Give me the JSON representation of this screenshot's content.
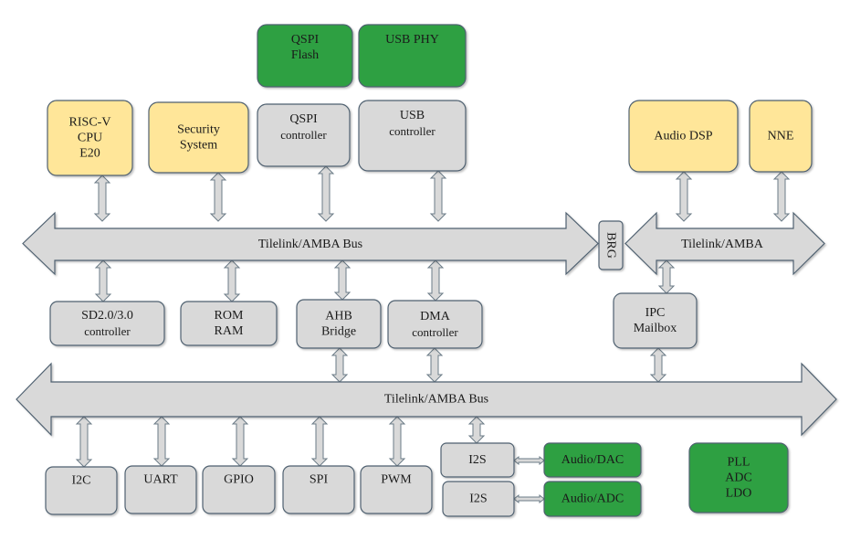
{
  "colors": {
    "cpu_block": "#ffe699",
    "peripheral_block": "#d9d9d9",
    "external_block": "#2ea043",
    "bus": "#d9d9d9",
    "border": "#4f6170"
  },
  "blocks": {
    "qspi_flash": {
      "lines": [
        "QSPI",
        "Flash"
      ],
      "kind": "external"
    },
    "usb_phy": {
      "lines": [
        "USB PHY"
      ],
      "kind": "external"
    },
    "riscv_cpu": {
      "lines": [
        "RISC-V",
        "CPU",
        "E20"
      ],
      "kind": "cpu"
    },
    "security_system": {
      "lines": [
        "Security",
        "System"
      ],
      "kind": "cpu"
    },
    "qspi_controller": {
      "lines": [
        "QSPI",
        "controller"
      ],
      "kind": "peripheral"
    },
    "usb_controller": {
      "lines": [
        "USB",
        "controller"
      ],
      "kind": "peripheral"
    },
    "audio_dsp": {
      "lines": [
        "Audio DSP"
      ],
      "kind": "cpu"
    },
    "nne": {
      "lines": [
        "NNE"
      ],
      "kind": "cpu"
    },
    "brg": {
      "lines": [
        "BRG"
      ],
      "kind": "peripheral"
    },
    "sd_controller": {
      "lines": [
        "SD2.0/3.0",
        "controller"
      ],
      "kind": "peripheral"
    },
    "rom_ram": {
      "lines": [
        "ROM",
        "RAM"
      ],
      "kind": "peripheral"
    },
    "ahb_bridge": {
      "lines": [
        "AHB",
        "Bridge"
      ],
      "kind": "peripheral"
    },
    "dma_controller": {
      "lines": [
        "DMA",
        "controller"
      ],
      "kind": "peripheral"
    },
    "ipc_mailbox": {
      "lines": [
        "IPC",
        "Mailbox"
      ],
      "kind": "peripheral"
    },
    "i2c": {
      "lines": [
        "I2C"
      ],
      "kind": "peripheral"
    },
    "uart": {
      "lines": [
        "UART"
      ],
      "kind": "peripheral"
    },
    "gpio": {
      "lines": [
        "GPIO"
      ],
      "kind": "peripheral"
    },
    "spi": {
      "lines": [
        "SPI"
      ],
      "kind": "peripheral"
    },
    "pwm": {
      "lines": [
        "PWM"
      ],
      "kind": "peripheral"
    },
    "i2s_1": {
      "lines": [
        "I2S"
      ],
      "kind": "peripheral"
    },
    "i2s_2": {
      "lines": [
        "I2S"
      ],
      "kind": "peripheral"
    },
    "audio_dac": {
      "lines": [
        "Audio/DAC"
      ],
      "kind": "external"
    },
    "audio_adc": {
      "lines": [
        "Audio/ADC"
      ],
      "kind": "external"
    },
    "pll_adc_ldo": {
      "lines": [
        "PLL",
        "ADC",
        "LDO"
      ],
      "kind": "external"
    }
  },
  "buses": {
    "main_bus": {
      "label": "Tilelink/AMBA Bus"
    },
    "audio_bus": {
      "label": "Tilelink/AMBA"
    },
    "peripheral_bus": {
      "label": "Tilelink/AMBA Bus"
    }
  }
}
